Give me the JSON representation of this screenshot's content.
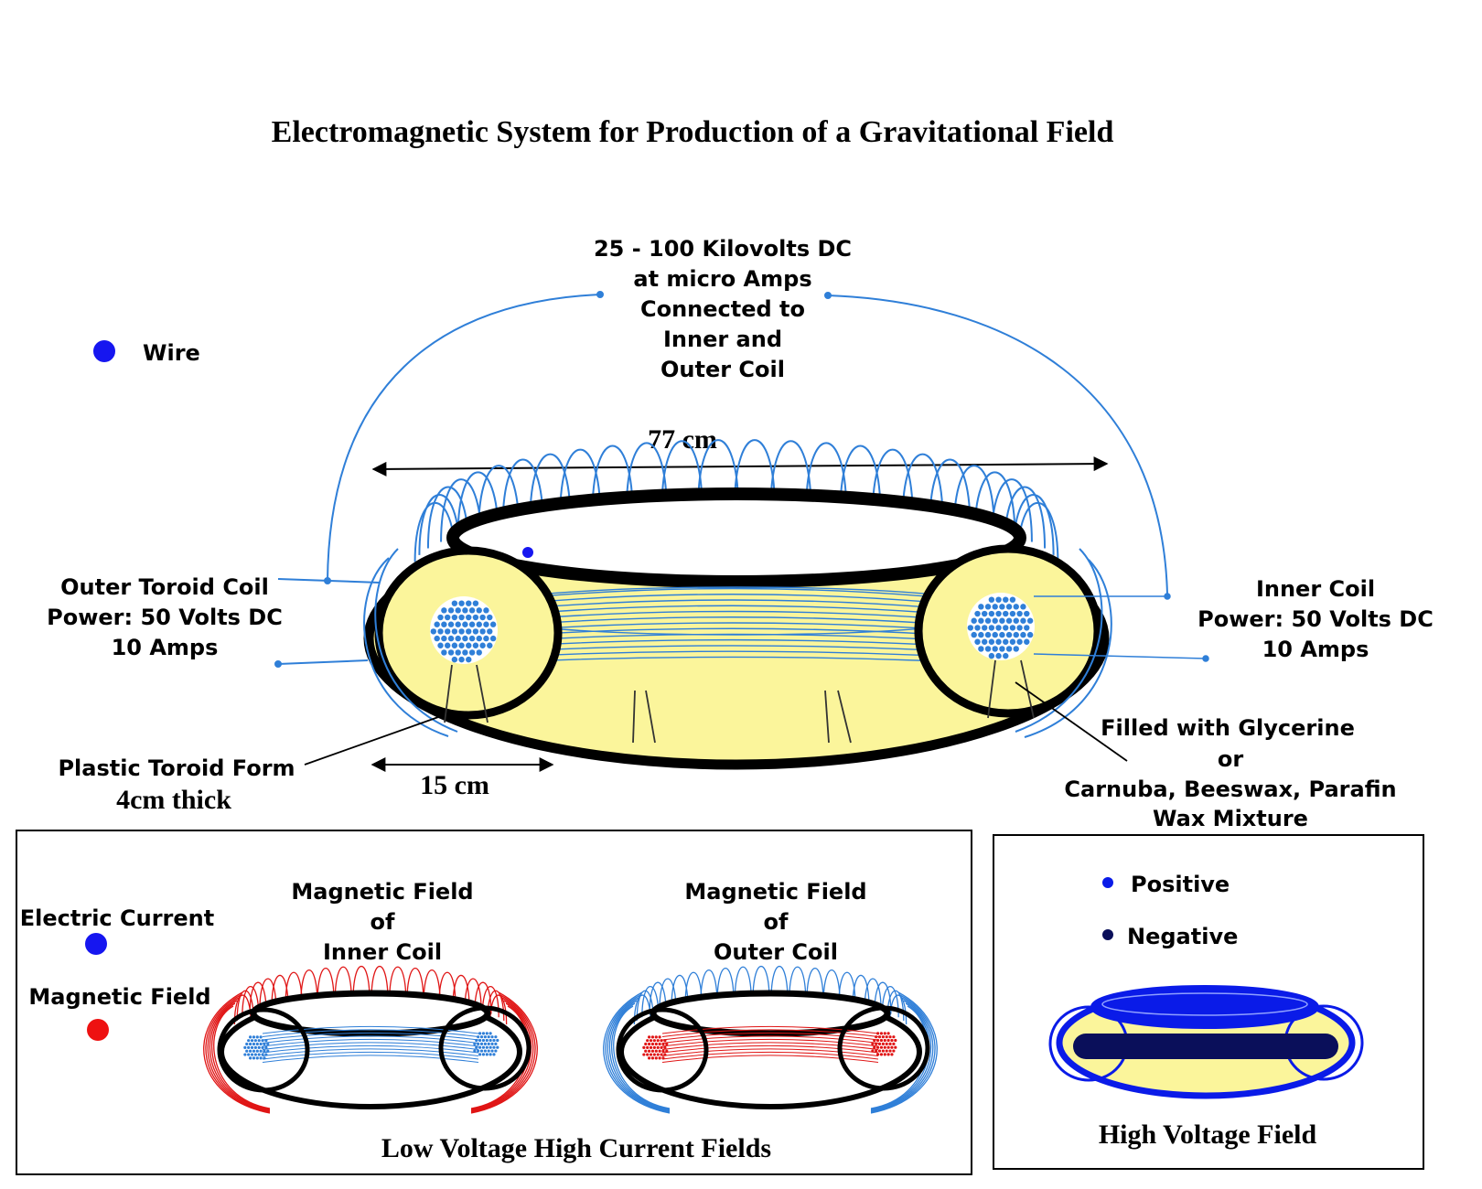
{
  "title": "Electromagnetic System for Production of a Gravitational Field",
  "hv_label": [
    "25 - 100 Kilovolts DC",
    "at micro Amps",
    "Connected to",
    "Inner and",
    "Outer Coil"
  ],
  "legend_wire": "Wire",
  "dim_outer": "77 cm",
  "dim_section": "15 cm",
  "outer_coil": [
    "Outer Toroid Coil",
    "Power: 50 Volts DC",
    "10 Amps"
  ],
  "inner_coil": [
    "Inner Coil",
    "Power: 50 Volts DC",
    "10 Amps"
  ],
  "form_label": "Plastic Toroid Form",
  "form_thickness": "4cm thick",
  "fill_label": [
    "Filled with Glycerine",
    "or",
    "Carnuba, Beeswax, Parafin",
    "Wax Mixture"
  ],
  "panel_low": {
    "legend_current": "Electric Current",
    "legend_field": "Magnetic Field",
    "inner_title": [
      "Magnetic Field",
      "of",
      "Inner Coil"
    ],
    "outer_title": [
      "Magnetic Field",
      "of",
      "Outer Coil"
    ],
    "caption": "Low Voltage High Current Fields"
  },
  "panel_high": {
    "legend_positive": "Positive",
    "legend_negative": "Negative",
    "caption": "High Voltage Field"
  },
  "colors": {
    "wire_blue": "#1a4fe0",
    "field_line_blue": "#2f7fd8",
    "field_red": "#e01515",
    "toroid_fill": "#fbf59b",
    "negative": "#0a0f5a",
    "positive": "#0a1be8"
  }
}
